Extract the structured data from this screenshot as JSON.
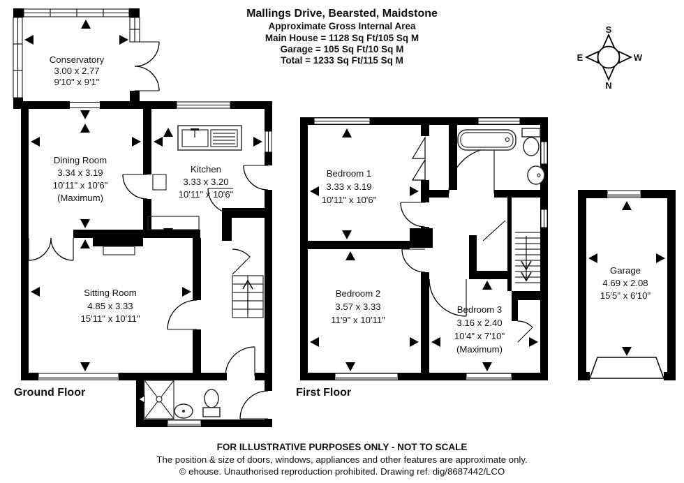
{
  "header": {
    "title": "Mallings Drive, Bearsted, Maidstone",
    "subtitle": "Approximate Gross Internal Area",
    "main_house": "Main House = 1128 Sq Ft/105 Sq M",
    "garage_area": "Garage = 105 Sq Ft/10 Sq M",
    "total": "Total = 1233 Sq Ft/115 Sq M"
  },
  "compass": {
    "top": "S",
    "left": "E",
    "right": "W",
    "bottom": "N"
  },
  "floor_labels": {
    "ground": "Ground Floor",
    "first": "First Floor"
  },
  "rooms": {
    "conservatory": {
      "name": "Conservatory",
      "metric": "3.00 x 2.77",
      "imperial": "9'10\" x 9'1\""
    },
    "dining_room": {
      "name": "Dining Room",
      "metric": "3.34 x 3.19",
      "imperial": "10'11\" x 10'6\"",
      "note": "(Maximum)"
    },
    "kitchen": {
      "name": "Kitchen",
      "metric": "3.33 x 3.20",
      "imperial": "10'11\" x 10'6\""
    },
    "sitting_room": {
      "name": "Sitting Room",
      "metric": "4.85 x 3.33",
      "imperial": "15'11\" x 10'11\""
    },
    "bedroom1": {
      "name": "Bedroom 1",
      "metric": "3.33 x 3.19",
      "imperial": "10'11\" x 10'6\""
    },
    "bedroom2": {
      "name": "Bedroom 2",
      "metric": "3.57 x 3.33",
      "imperial": "11'9\" x 10'11\""
    },
    "bedroom3": {
      "name": "Bedroom 3",
      "metric": "3.16 x 2.40",
      "imperial": "10'4\" x 7'10\"",
      "note": "(Maximum)"
    },
    "garage": {
      "name": "Garage",
      "metric": "4.69 x 2.08",
      "imperial": "15'5\" x 6'10\""
    }
  },
  "footer": {
    "line1": "FOR ILLUSTRATIVE PURPOSES ONLY - NOT TO SCALE",
    "line2": "The position & size of doors, windows, appliances and other features are approximate only.",
    "line3": "© ehouse. Unauthorised reproduction prohibited. Drawing ref. dig/8687442/LCO"
  }
}
